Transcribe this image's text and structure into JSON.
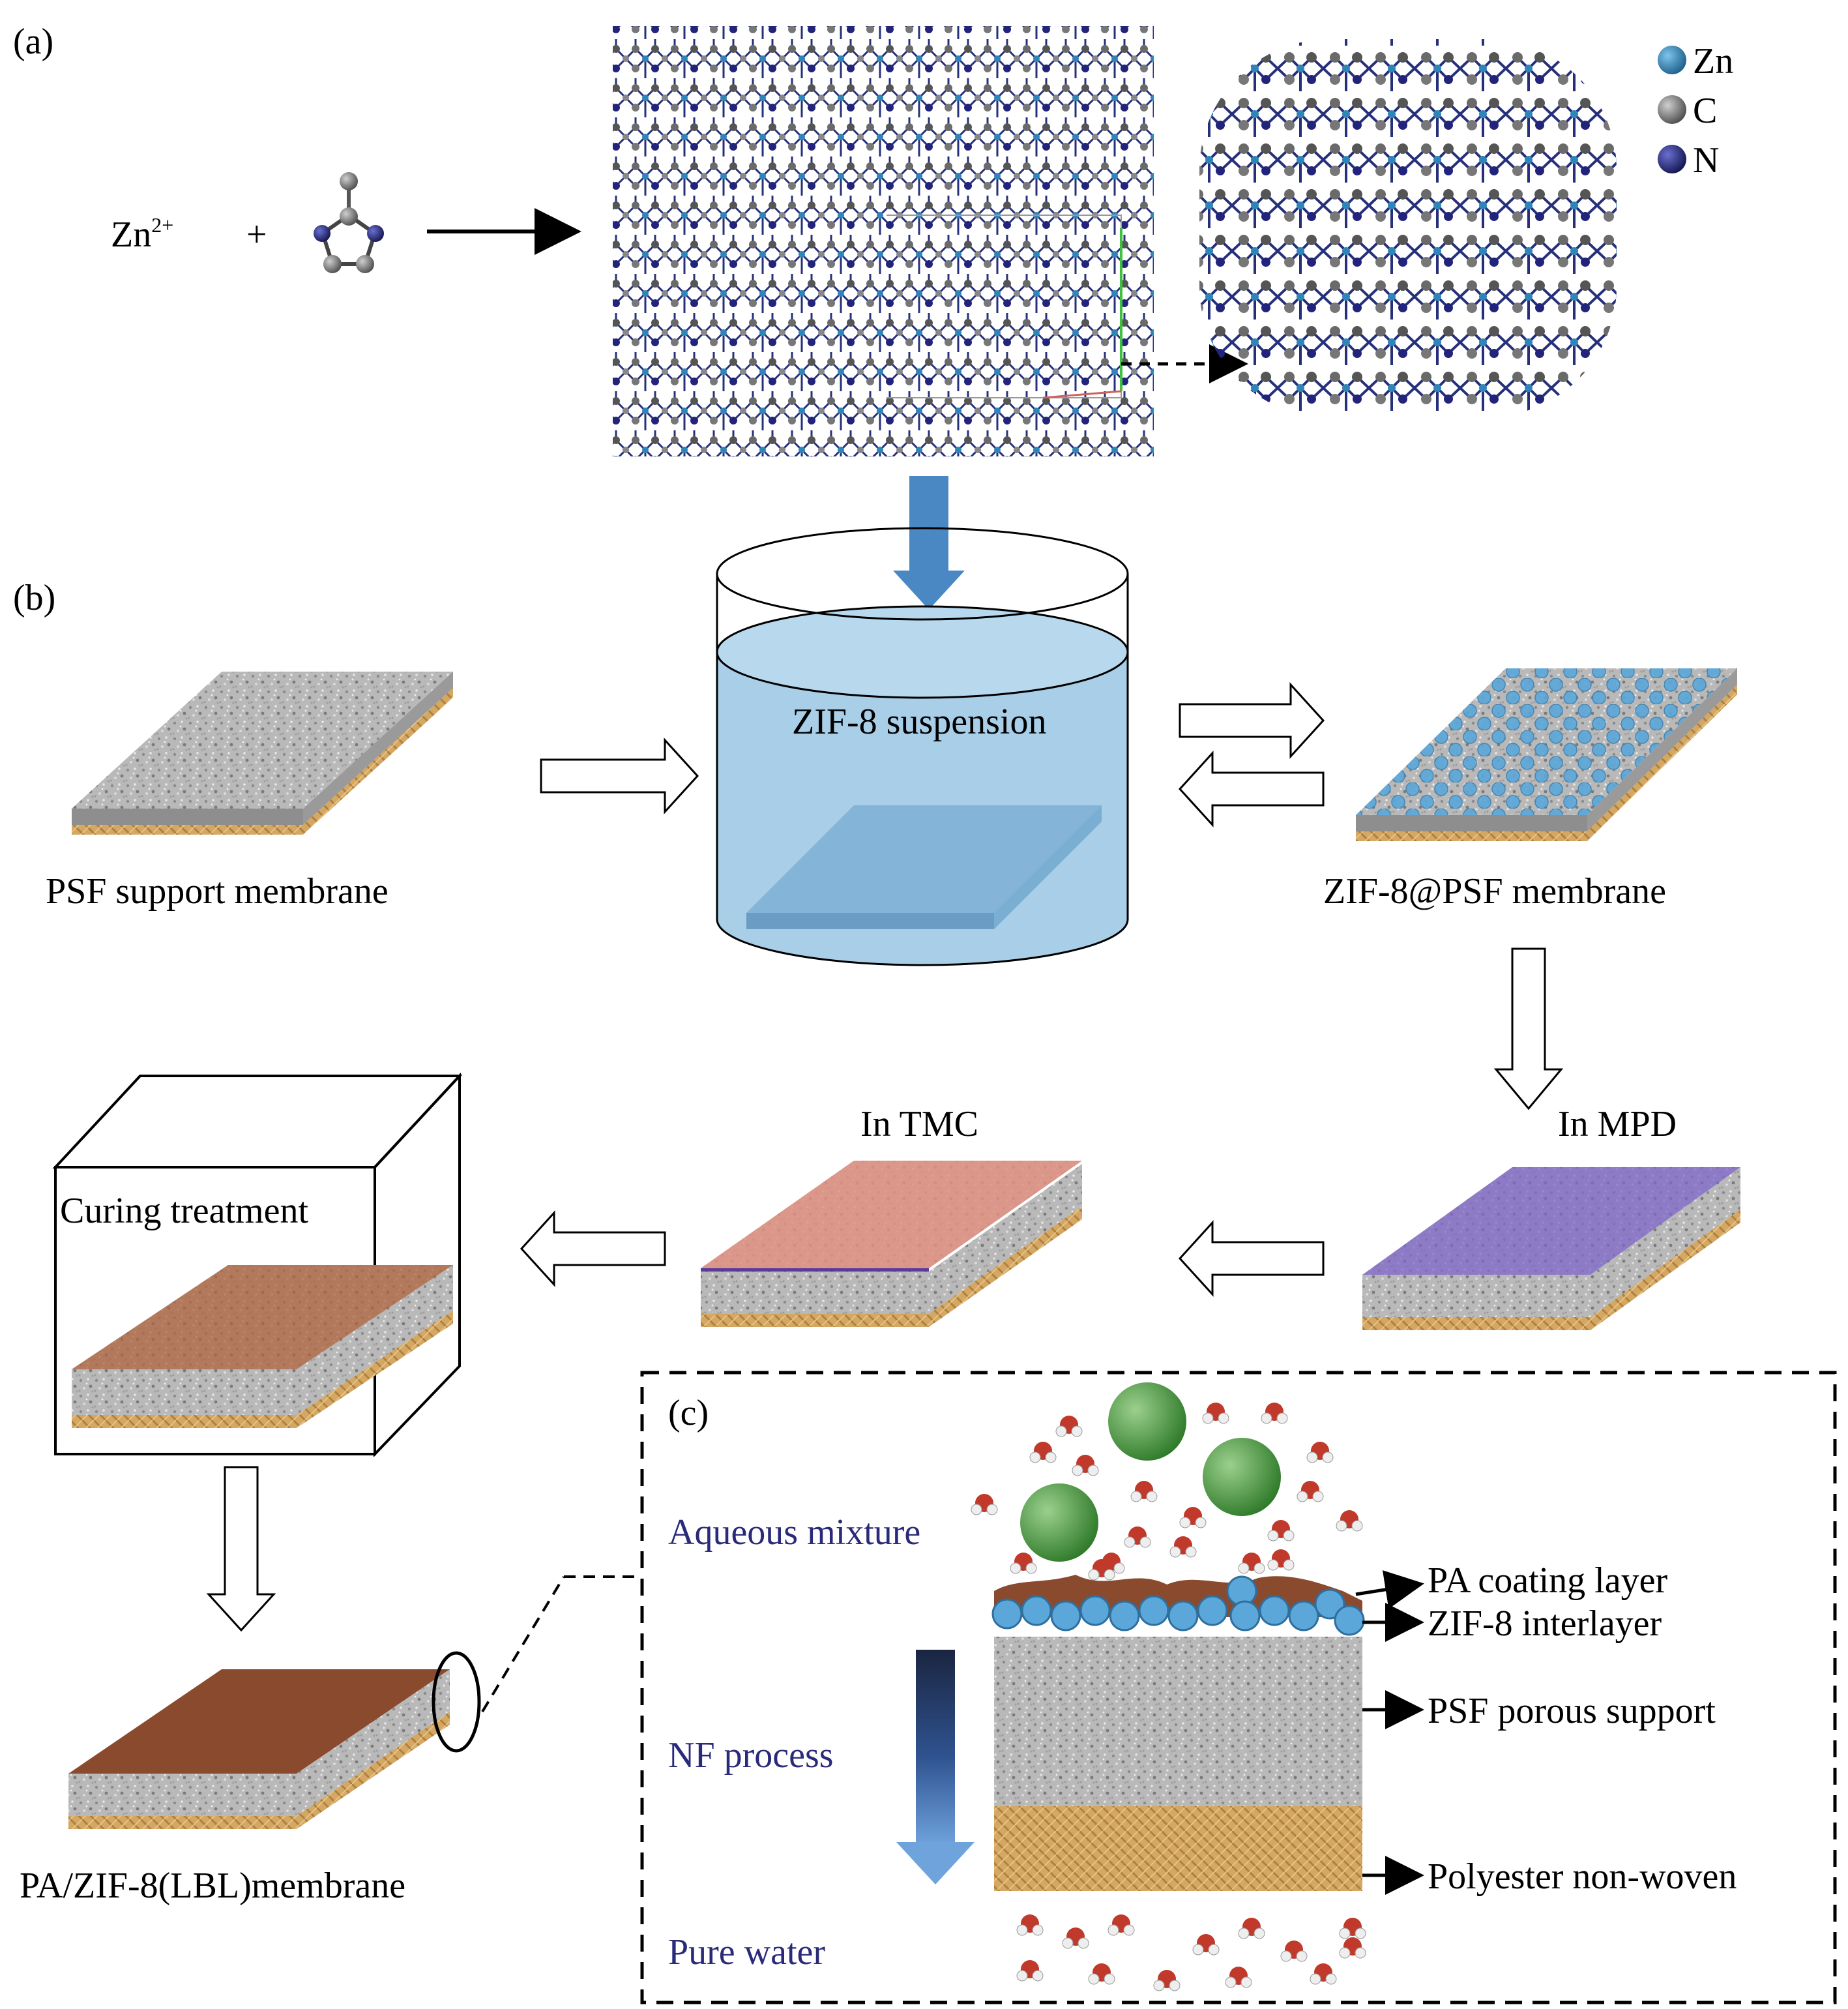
{
  "panels": {
    "a": "(a)",
    "b": "(b)",
    "c": "(c)"
  },
  "reaction": {
    "ion": "Zn",
    "ion_charge": "2+",
    "plus": "+"
  },
  "legend": [
    {
      "symbol": "Zn",
      "color": "#2e86b8"
    },
    {
      "symbol": "C",
      "color": "#777777"
    },
    {
      "symbol": "N",
      "color": "#22237a"
    }
  ],
  "labels": {
    "psf_support": "PSF support membrane",
    "zif_suspension": "ZIF-8 suspension",
    "zif_psf": "ZIF-8@PSF membrane",
    "in_mpd": "In MPD",
    "in_tmc": "In TMC",
    "curing": "Curing treatment",
    "final": "PA/ZIF-8(LBL)membrane"
  },
  "panel_c": {
    "aqueous": "Aqueous mixture",
    "nf_process": "NF process",
    "pure_water": "Pure water",
    "layers": [
      "PA coating layer",
      "ZIF-8 interlayer",
      "PSF porous support",
      "Polyester non-woven"
    ]
  },
  "colors": {
    "zif_blue": "#5ba7d9",
    "pa_brown": "#8a4a2e",
    "suspension": "#a9cfe8",
    "tmc_pink": "#e09080",
    "mpd_purple": "#7f67c9",
    "label_blue": "#2a2a7a"
  }
}
